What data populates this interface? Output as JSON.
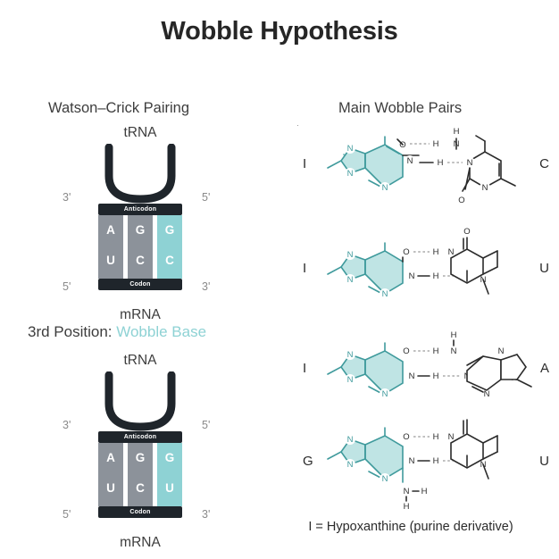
{
  "title": "Wobble Hypothesis",
  "headings": {
    "watson_crick": "Watson–Crick Pairing",
    "main_wobble": "Main Wobble Pairs",
    "wobble_prefix": "3rd Position: ",
    "wobble_accent": "Wobble Base"
  },
  "colors": {
    "teal": "#8ed2d4",
    "teal_dark": "#3f9a9c",
    "gray": "#8c929a",
    "dark": "#1f252b",
    "text": "#3d3d3d",
    "prime": "#8a8a8a",
    "fill_teal_light": "#bfe4e4",
    "bond_dark": "#2b2b2b"
  },
  "panels": [
    {
      "id": "watson-crick",
      "trna_label": "tRNA",
      "mrna_label": "mRNA",
      "anticodon_label": "Anticodon",
      "codon_label": "Codon",
      "primes": {
        "top_left": "3'",
        "top_right": "5'",
        "bottom_left": "5'",
        "bottom_right": "3'"
      },
      "anticodon_bases": [
        {
          "letter": "A",
          "color": "#8c929a"
        },
        {
          "letter": "G",
          "color": "#8c929a"
        },
        {
          "letter": "G",
          "color": "#8ed2d4"
        }
      ],
      "codon_bases": [
        {
          "letter": "U",
          "color": "#8c929a"
        },
        {
          "letter": "C",
          "color": "#8c929a"
        },
        {
          "letter": "C",
          "color": "#8ed2d4"
        }
      ]
    },
    {
      "id": "wobble",
      "trna_label": "tRNA",
      "mrna_label": "mRNA",
      "anticodon_label": "Anticodon",
      "codon_label": "Codon",
      "primes": {
        "top_left": "3'",
        "top_right": "5'",
        "bottom_left": "5'",
        "bottom_right": "3'"
      },
      "anticodon_bases": [
        {
          "letter": "A",
          "color": "#8c929a"
        },
        {
          "letter": "G",
          "color": "#8c929a"
        },
        {
          "letter": "G",
          "color": "#8ed2d4"
        }
      ],
      "codon_bases": [
        {
          "letter": "U",
          "color": "#8c929a"
        },
        {
          "letter": "C",
          "color": "#8c929a"
        },
        {
          "letter": "U",
          "color": "#8ed2d4"
        }
      ]
    }
  ],
  "base_pairs": [
    {
      "left": "I",
      "right": "C",
      "name": "inosine-cytosine-pair"
    },
    {
      "left": "I",
      "right": "U",
      "name": "inosine-uracil-pair"
    },
    {
      "left": "I",
      "right": "A",
      "name": "inosine-adenine-pair"
    },
    {
      "left": "G",
      "right": "U",
      "name": "guanine-uracil-pair"
    }
  ],
  "atoms": {
    "N": "N",
    "O": "O",
    "H": "H"
  },
  "footnote": "I = Hypoxanthine (purine derivative)"
}
